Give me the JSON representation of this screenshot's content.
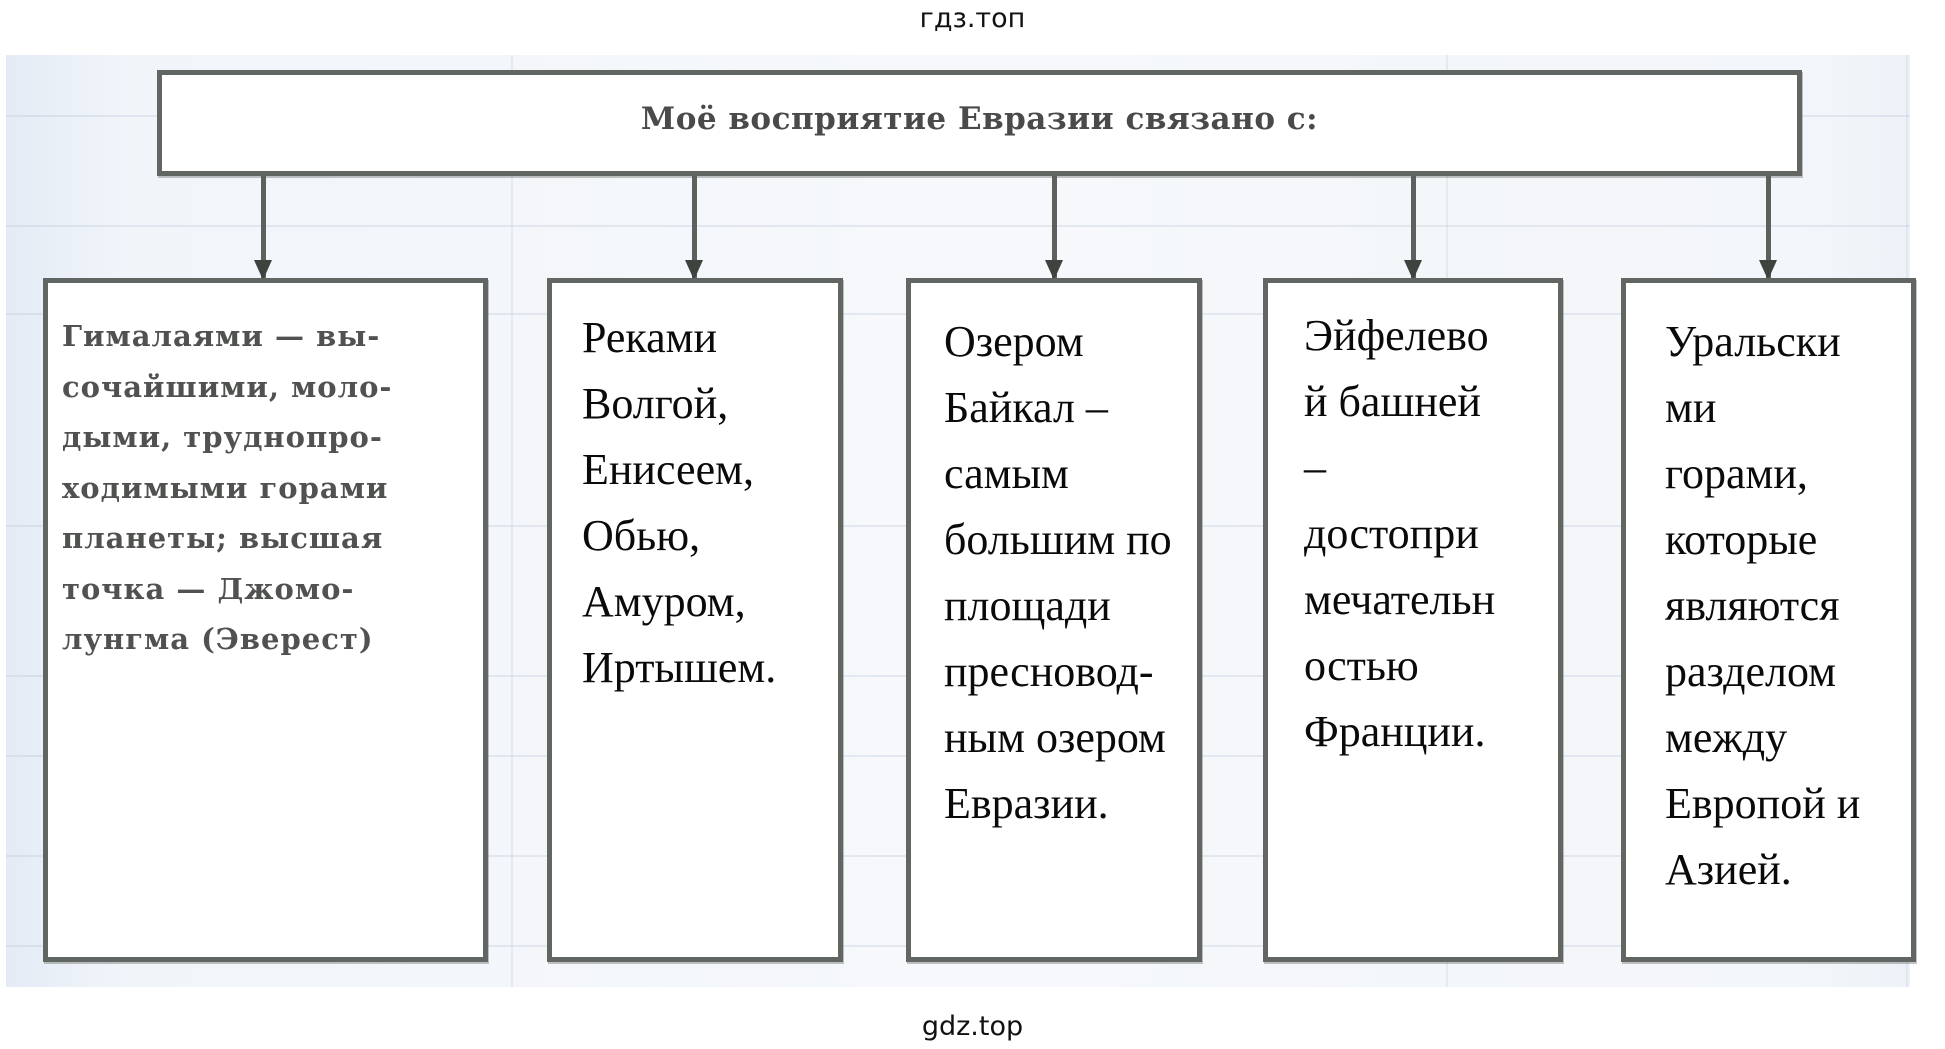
{
  "watermarks": {
    "top": "гдз.топ",
    "bottom": "gdz.top"
  },
  "diagram": {
    "root": {
      "label": "Моё восприятие Евразии связано с:"
    },
    "children": [
      {
        "id": "himalayas",
        "text": "Гималаями — вы-\nсочайшими, моло-\nдыми, труднопро-\nходимыми горами\nпланеты; высшая\nточка — Джомо-\nлунгма (Эверест)"
      },
      {
        "id": "rivers",
        "text": "Реками\nВолгой,\nЕнисеем,\nОбью,\nАмуром,\nИртышем."
      },
      {
        "id": "baikal",
        "text": "Озером\nБайкал –\nсамым\nбольшим по\nплощади\nпресновод-\nным озером\nЕвразии."
      },
      {
        "id": "eiffel",
        "text": "Эйфелево\nй башней\n–\nдостопри\nмечательн\nостью\nФранции."
      },
      {
        "id": "urals",
        "text": "Уральски\nми\nгорами,\nкоторые\nявляются\nразделом\nмежду\nЕвропой и\nАзией."
      }
    ],
    "edges": [
      {
        "from": "root",
        "to": "himalayas"
      },
      {
        "from": "root",
        "to": "rivers"
      },
      {
        "from": "root",
        "to": "baikal"
      },
      {
        "from": "root",
        "to": "eiffel"
      },
      {
        "from": "root",
        "to": "urals"
      }
    ]
  },
  "colors": {
    "border": "#626662",
    "scan_background": "#eef2f8",
    "text": "#0a0a0a",
    "book_text": "#505250"
  }
}
